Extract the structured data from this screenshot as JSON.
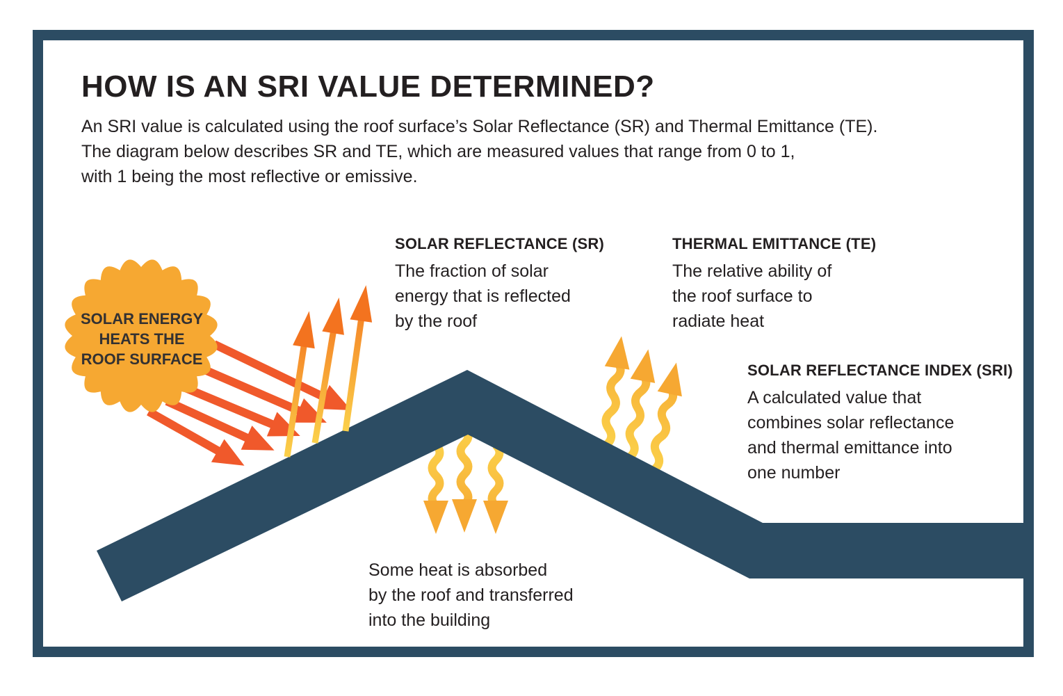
{
  "colors": {
    "navy": "#2C4C63",
    "sun_orange": "#F6A832",
    "ray_orange": "#F0592B",
    "wave_yellow": "#FBD04A",
    "deep_orange": "#F3731F",
    "text_dark": "#231F20",
    "bg": "#FFFFFF"
  },
  "header": {
    "title": "HOW IS AN SRI VALUE DETERMINED?",
    "intro": "An SRI value is calculated using the roof surface’s Solar Reflectance (SR) and Thermal Emittance (TE).\nThe diagram below describes SR and TE, which are measured values that range from 0 to 1,\nwith 1 being the most reflective or emissive."
  },
  "sun": {
    "label": "SOLAR ENERGY\nHEATS THE\nROOF SURFACE"
  },
  "labels": {
    "sr": {
      "heading": "SOLAR REFLECTANCE (SR)",
      "body": "The fraction of solar\nenergy that is reflected\nby the roof"
    },
    "te": {
      "heading": "THERMAL EMITTANCE (TE)",
      "body": "The relative ability of\nthe roof surface to\nradiate heat"
    },
    "sri": {
      "heading": "SOLAR REFLECTANCE INDEX (SRI)",
      "body": "A calculated value that\ncombines solar reflectance\nand thermal emittance into\none number"
    },
    "absorbed": {
      "body": "Some heat is absorbed\nby the roof and transferred\ninto the building"
    }
  }
}
